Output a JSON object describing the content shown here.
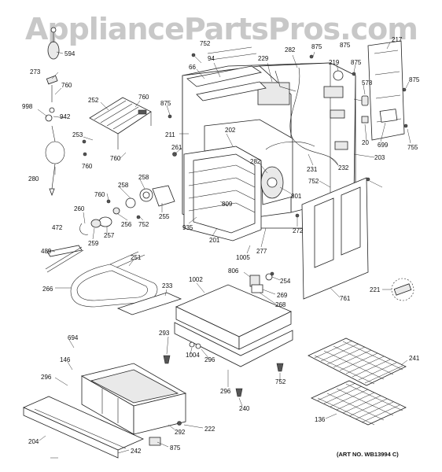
{
  "watermark": "AppliancePartsPros.com",
  "art_number": "(ART NO. WB13994 C)",
  "labels": [
    "594",
    "273",
    "760",
    "998",
    "942",
    "252",
    "760",
    "253",
    "760",
    "280",
    "760",
    "66",
    "94",
    "752",
    "229",
    "282",
    "875",
    "219",
    "875",
    "217",
    "875",
    "578",
    "875",
    "211",
    "202",
    "875",
    "261",
    "231",
    "232",
    "203",
    "20",
    "699",
    "755",
    "282",
    "801",
    "752",
    "809",
    "258",
    "258",
    "256",
    "257",
    "259",
    "255",
    "752",
    "935",
    "201",
    "760",
    "260",
    "272",
    "1005",
    "277",
    "472",
    "489",
    "251",
    "266",
    "233",
    "1002",
    "806",
    "254",
    "269",
    "268",
    "221",
    "761",
    "694",
    "146",
    "296",
    "293",
    "1004",
    "296",
    "752",
    "296",
    "240",
    "241",
    "136",
    "204",
    "292",
    "222",
    "242",
    "875"
  ]
}
